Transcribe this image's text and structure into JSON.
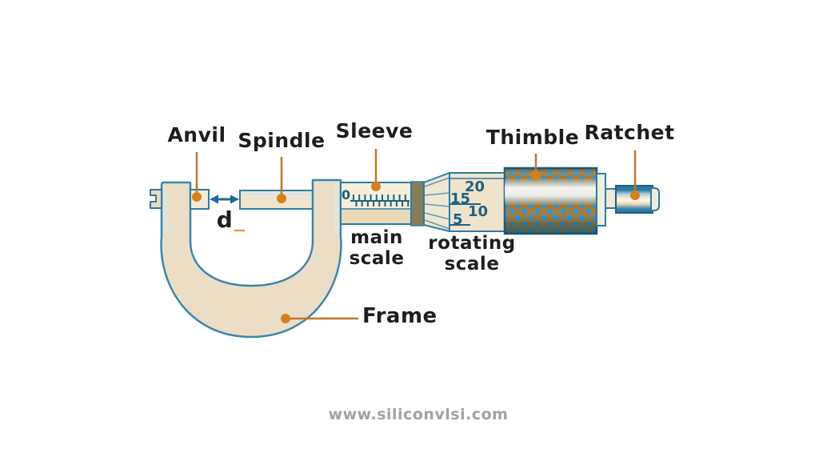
{
  "figure": {
    "type": "labeled-diagram",
    "subject": "Micrometer screw gauge"
  },
  "labels": {
    "anvil": "Anvil",
    "spindle": "Spindle",
    "sleeve": "Sleeve",
    "thimble": "Thimble",
    "ratchet": "Ratchet",
    "gap": "d",
    "main_scale_line1": "main",
    "main_scale_line2": "scale",
    "rotating_scale_line1": "rotating",
    "rotating_scale_line2": "scale",
    "frame": "Frame"
  },
  "scale_readings": {
    "sleeve_zero": "0",
    "thimble_values": [
      "20",
      "15",
      "10",
      "5"
    ]
  },
  "watermark": "www.siliconvlsi.com",
  "colors": {
    "outline_blue": "#2e7ca2",
    "outline_dark_blue": "#1c6084",
    "body_tan": "#ecdec6",
    "body_light_tan": "#f5eedd",
    "knurl_blue": "#3e8cb2",
    "knurl_orange": "#aa752c",
    "leader_orange": "#c0752b",
    "leader_dot_orange": "#d5801f",
    "scale_teal": "#1a6280",
    "arrow_blue": "#1d6a94",
    "label_text": "#1e1e1e",
    "watermark_gray": "#a2a2a2"
  }
}
